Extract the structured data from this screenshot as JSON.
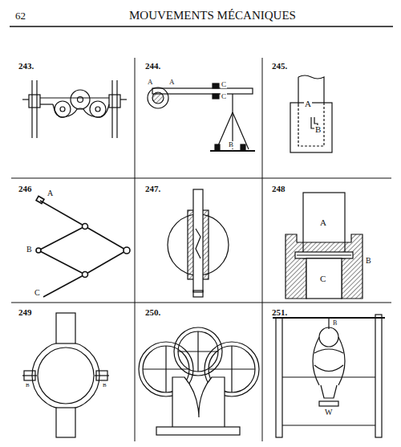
{
  "diagram": {
    "title": "MOUVEMENTS MÉCANIQUES",
    "labels": [
      "62",
      "243.",
      "244.",
      "245.",
      "A",
      "A",
      "C",
      "C",
      "B",
      "A",
      "B",
      "246",
      "A",
      "B",
      "C",
      "247.",
      "248",
      "A",
      "B",
      "C",
      "249",
      "B",
      "B",
      "250.",
      "251.",
      "B",
      "W"
    ]
  }
}
